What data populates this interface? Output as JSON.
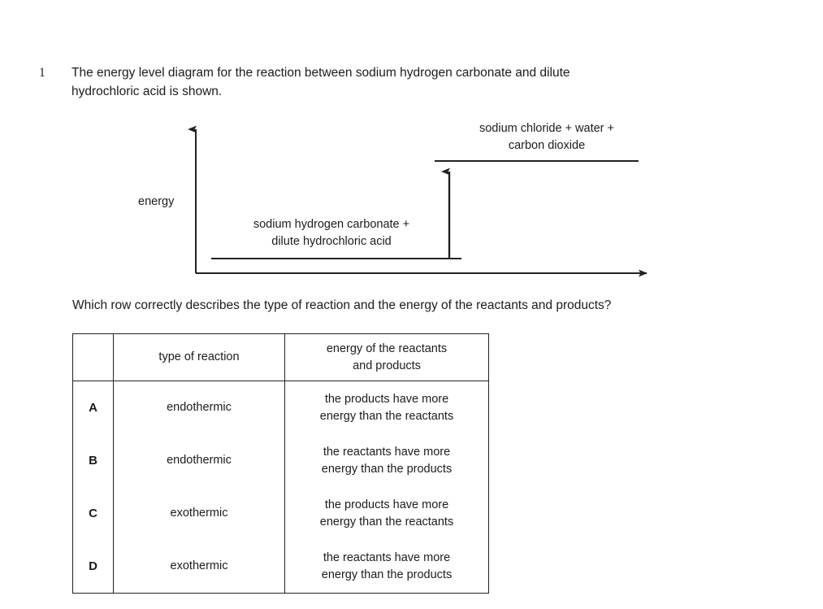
{
  "question": {
    "number": "1",
    "stem_line1": "The energy level diagram for the reaction between sodium hydrogen carbonate and dilute",
    "stem_line2": "hydrochloric acid is shown.",
    "sub_question": "Which row correctly describes the type of reaction and the energy of the reactants and products?"
  },
  "diagram": {
    "axis_label": "energy",
    "products_line1": "sodium chloride + water +",
    "products_line2": "carbon dioxide",
    "reactants_line1": "sodium hydrogen carbonate +",
    "reactants_line2": "dilute hydrochloric acid",
    "line_color": "#222222"
  },
  "chart_data": {
    "type": "line",
    "title": "",
    "xlabel": "",
    "ylabel": "energy",
    "grid": false,
    "legend": "none",
    "levels": [
      {
        "name": "reactants",
        "label": "sodium hydrogen carbonate + dilute hydrochloric acid",
        "relative_energy": 0
      },
      {
        "name": "products",
        "label": "sodium chloride + water + carbon dioxide",
        "relative_energy": 1
      }
    ],
    "annotation": "upward arrow from reactant level to product level indicating energy absorbed (endothermic)"
  },
  "table": {
    "headers": [
      "",
      "type of reaction",
      "energy of the reactants and products"
    ],
    "header_col2": "type of reaction",
    "header_col3_line1": "energy of the reactants",
    "header_col3_line2": "and products",
    "rows": [
      {
        "key": "A",
        "type": "endothermic",
        "desc_line1": "the products have more",
        "desc_line2": "energy than the reactants"
      },
      {
        "key": "B",
        "type": "endothermic",
        "desc_line1": "the reactants have more",
        "desc_line2": "energy than the products"
      },
      {
        "key": "C",
        "type": "exothermic",
        "desc_line1": "the products have more",
        "desc_line2": "energy than the reactants"
      },
      {
        "key": "D",
        "type": "exothermic",
        "desc_line1": "the reactants have more",
        "desc_line2": "energy than the products"
      }
    ]
  }
}
